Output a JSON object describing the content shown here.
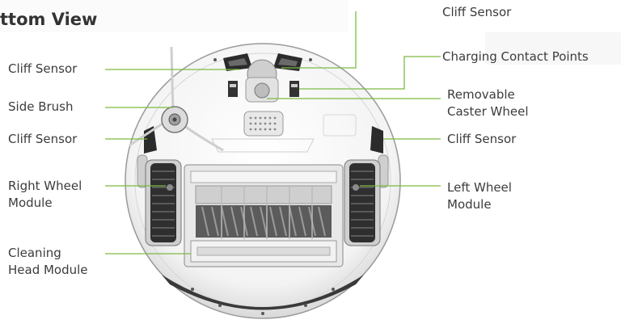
{
  "title": "ttom View",
  "accent_color": "#7dbb42",
  "labels": {
    "cliff_sensor_top": "Cliff Sensor",
    "charging_contact_points": "Charging Contact Points",
    "removable_caster_wheel": [
      "Removable",
      "Caster Wheel"
    ],
    "cliff_sensor_right": "Cliff Sensor",
    "left_wheel_module": [
      "Left Wheel",
      "Module"
    ],
    "cliff_sensor_upper_left": "Cliff Sensor",
    "side_brush": "Side Brush",
    "cliff_sensor_mid_left": "Cliff Sensor",
    "right_wheel_module": [
      "Right Wheel",
      "Module"
    ],
    "cleaning_head_module": [
      "Cleaning",
      "Head  Module"
    ]
  }
}
